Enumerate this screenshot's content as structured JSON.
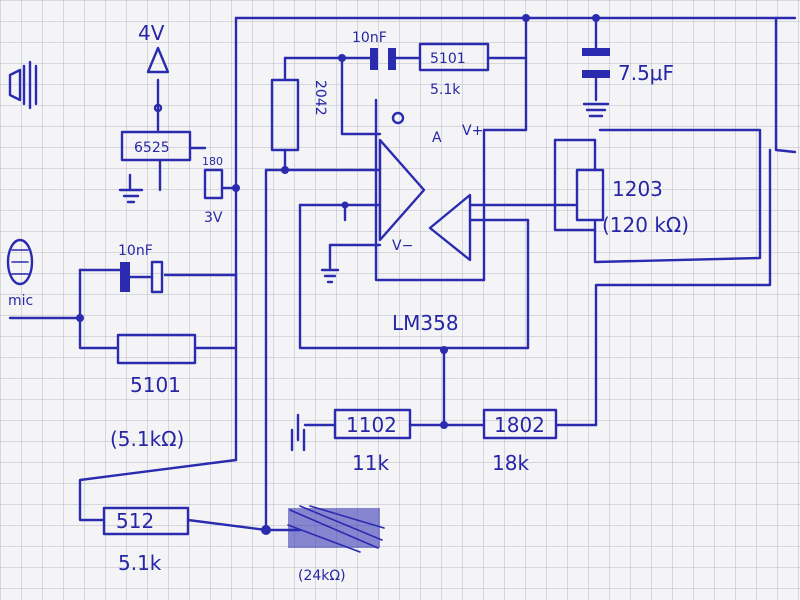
{
  "supply": {
    "voltage": "4V",
    "regulator": "6525",
    "regulated_output": "3V",
    "reg_resistor": "180"
  },
  "microphone": {
    "label": "mic"
  },
  "input_cap": {
    "label": "10nF"
  },
  "feedback_cap": {
    "label": "10nF"
  },
  "bias_resistor": {
    "code": "5101",
    "value": "(5.1kΩ)"
  },
  "opamp": {
    "part": "LM358",
    "pin_v_minus": "V−",
    "pin_v_plus": "V+",
    "pin_a": "A"
  },
  "r_2042": {
    "code": "2042"
  },
  "r_5101_top": {
    "code": "5101",
    "value": "5.1k"
  },
  "output_cap": {
    "value": "7.5μF"
  },
  "r_1203": {
    "code": "1203",
    "value": "(120 kΩ)"
  },
  "r_1102": {
    "code": "1102",
    "value": "11k"
  },
  "r_1802": {
    "code": "1802",
    "value": "18k"
  },
  "r_512_bottom": {
    "code": "512",
    "value": "5.1k"
  },
  "scribbled": {
    "value": "(24kΩ)"
  }
}
